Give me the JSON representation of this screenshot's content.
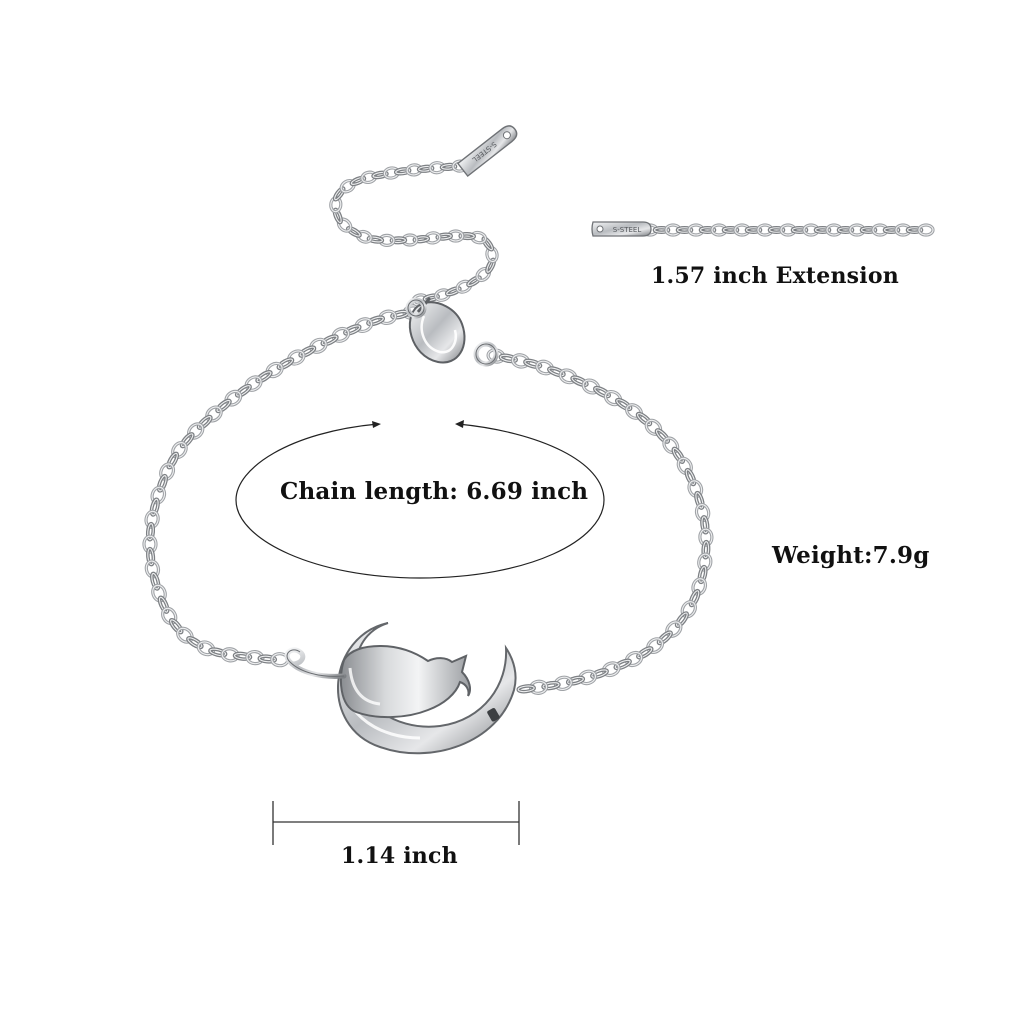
{
  "product": {
    "name": "cat-on-moon chain bracelet",
    "metal_color": "#c7c9cc",
    "metal_highlight": "#f2f3f4",
    "metal_shadow": "#6f7276"
  },
  "tags": {
    "main_tag_text": "S-STEEL",
    "extension_tag_text": "S-STEEL"
  },
  "measurements": {
    "chain_length": "Chain length: 6.69 inch",
    "extension": "1.57 inch  Extension",
    "weight": "Weight:7.9g",
    "pendant_width": "1.14 inch"
  }
}
